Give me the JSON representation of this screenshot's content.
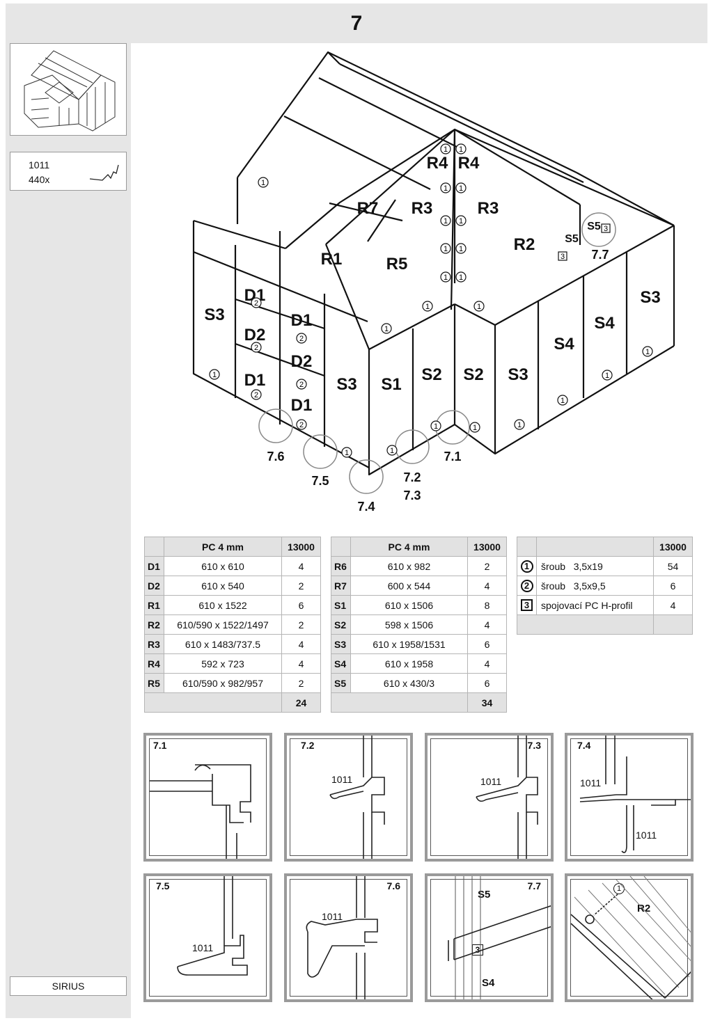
{
  "page_number": "7",
  "sidebar": {
    "part_code": "1011",
    "part_qty": "440x",
    "model": "SIRIUS"
  },
  "diagram": {
    "panels": [
      "R4",
      "R4",
      "R7",
      "R3",
      "R3",
      "R2",
      "R1",
      "R5",
      "S5",
      "S5",
      "S3",
      "D1",
      "D1",
      "D2",
      "D2",
      "D1",
      "D1",
      "S3",
      "S1",
      "S2",
      "S2",
      "S3",
      "S4",
      "S4",
      "S3"
    ],
    "details": [
      "7.6",
      "7.5",
      "7.4",
      "7.2",
      "7.3",
      "7.1",
      "7.7"
    ],
    "screw_marker": "1",
    "small_screw_marker": "2",
    "profile_marker": "3"
  },
  "table1": {
    "header_material": "PC 4 mm",
    "header_code": "13000",
    "rows": [
      {
        "code": "D1",
        "size": "610 x 610",
        "qty": "4"
      },
      {
        "code": "D2",
        "size": "610 x 540",
        "qty": "2"
      },
      {
        "code": "R1",
        "size": "610 x 1522",
        "qty": "6"
      },
      {
        "code": "R2",
        "size": "610/590 x 1522/1497",
        "qty": "2"
      },
      {
        "code": "R3",
        "size": "610 x 1483/737.5",
        "qty": "4"
      },
      {
        "code": "R4",
        "size": "592 x 723",
        "qty": "4"
      },
      {
        "code": "R5",
        "size": "610/590 x 982/957",
        "qty": "2"
      }
    ],
    "total": "24"
  },
  "table2": {
    "header_material": "PC 4 mm",
    "header_code": "13000",
    "rows": [
      {
        "code": "R6",
        "size": "610 x 982",
        "qty": "2"
      },
      {
        "code": "R7",
        "size": "600 x 544",
        "qty": "4"
      },
      {
        "code": "S1",
        "size": "610 x 1506",
        "qty": "8"
      },
      {
        "code": "S2",
        "size": "598 x 1506",
        "qty": "4"
      },
      {
        "code": "S3",
        "size": "610 x 1958/1531",
        "qty": "6"
      },
      {
        "code": "S4",
        "size": "610 x 1958",
        "qty": "4"
      },
      {
        "code": "S5",
        "size": "610 x 430/3",
        "qty": "6"
      }
    ],
    "total": "34"
  },
  "table3": {
    "header_code": "13000",
    "rows": [
      {
        "icon": "1",
        "name": "šroub",
        "size": "3,5x19",
        "qty": "54"
      },
      {
        "icon": "2",
        "name": "šroub",
        "size": "3,5x9,5",
        "qty": "6"
      },
      {
        "icon": "3",
        "name": "spojovací PC H-profil",
        "size": "",
        "qty": "4"
      }
    ]
  },
  "details": [
    {
      "label": "7.1",
      "part": ""
    },
    {
      "label": "7.2",
      "part": "1011"
    },
    {
      "label": "7.3",
      "part": "1011"
    },
    {
      "label": "7.4",
      "part": "1011",
      "part2": "1011"
    },
    {
      "label": "7.5",
      "part": "1011"
    },
    {
      "label": "7.6",
      "part": "1011"
    },
    {
      "label": "7.7",
      "top": "S5",
      "bottom": "S4",
      "marker": "3"
    },
    {
      "label": "",
      "panel": "R2",
      "marker": "1"
    }
  ]
}
